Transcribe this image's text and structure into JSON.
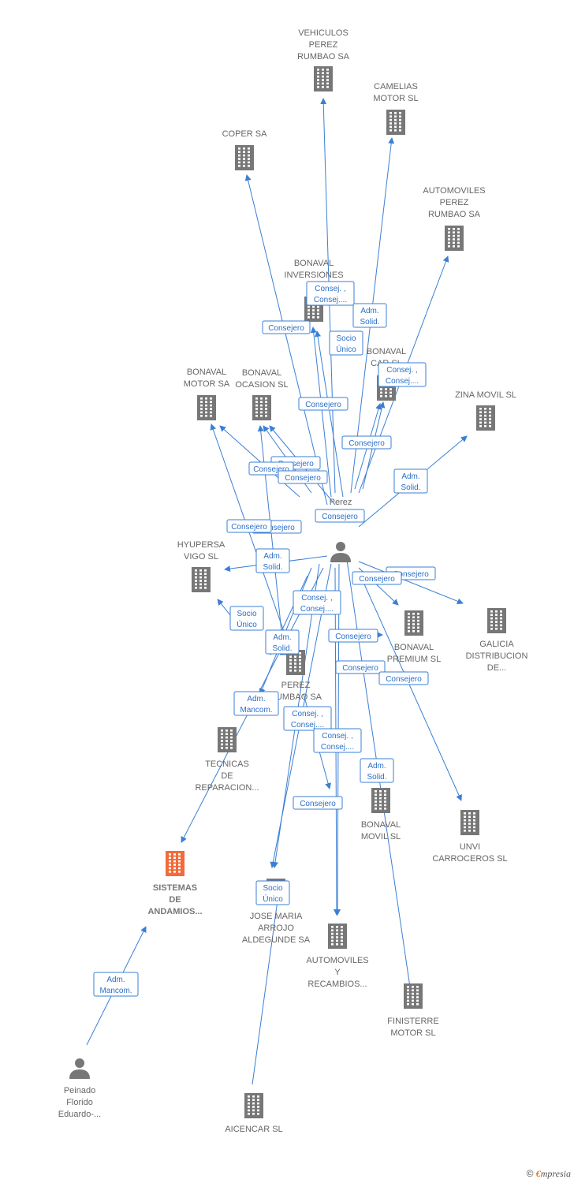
{
  "colors": {
    "edge": "#3a7fd5",
    "node": "#777777",
    "focus": "#f26b3a"
  },
  "nodes": [
    {
      "id": "vehiculos",
      "type": "company",
      "label": [
        "VEHICULOS",
        "PEREZ",
        "RUMBAO SA"
      ]
    },
    {
      "id": "camelias",
      "type": "company",
      "label": [
        "CAMELIAS",
        "MOTOR SL"
      ]
    },
    {
      "id": "coper",
      "type": "company",
      "label": [
        "COPER SA"
      ]
    },
    {
      "id": "automoviles_perez",
      "type": "company",
      "label": [
        "AUTOMOVILES",
        "PEREZ",
        "RUMBAO SA"
      ]
    },
    {
      "id": "bonaval_inv",
      "type": "company",
      "label": [
        "BONAVAL",
        "INVERSIONES"
      ]
    },
    {
      "id": "bonaval_car",
      "type": "company",
      "label": [
        "BONAVAL",
        "CAR  SL"
      ]
    },
    {
      "id": "bonaval_motor",
      "type": "company",
      "label": [
        "BONAVAL",
        "MOTOR SA"
      ]
    },
    {
      "id": "bonaval_ocasion",
      "type": "company",
      "label": [
        "BONAVAL",
        "OCASION  SL"
      ]
    },
    {
      "id": "zina",
      "type": "company",
      "label": [
        "ZINA MOVIL SL"
      ]
    },
    {
      "id": "perez_joaquin",
      "type": "person",
      "label": [
        "Perez",
        "Joaquin"
      ]
    },
    {
      "id": "hyupersa",
      "type": "company",
      "label": [
        "HYUPERSA",
        "VIGO  SL"
      ]
    },
    {
      "id": "bonaval_premium",
      "type": "company",
      "label": [
        "BONAVAL",
        "PREMIUM  SL"
      ]
    },
    {
      "id": "galicia",
      "type": "company",
      "label": [
        "GALICIA",
        "DISTRIBUCION",
        "DE..."
      ]
    },
    {
      "id": "perez_rumbao",
      "type": "company",
      "label": [
        "PEREZ",
        "RUMBAO SA"
      ]
    },
    {
      "id": "tecnicas",
      "type": "company",
      "label": [
        "TECNICAS",
        "DE",
        "REPARACION..."
      ]
    },
    {
      "id": "bonaval_movil",
      "type": "company",
      "label": [
        "BONAVAL",
        "MOVIL  SL"
      ]
    },
    {
      "id": "unvi",
      "type": "company",
      "label": [
        "UNVI",
        "CARROCEROS SL"
      ]
    },
    {
      "id": "sistemas",
      "type": "focus",
      "label": [
        "SISTEMAS",
        "DE",
        "ANDAMIOS..."
      ]
    },
    {
      "id": "jose_maria",
      "type": "company",
      "label": [
        "JOSE MARIA",
        "ARROJO",
        "ALDEGUNDE SA"
      ]
    },
    {
      "id": "automoviles_recambios",
      "type": "company",
      "label": [
        "AUTOMOVILES",
        "Y",
        "RECAMBIOS..."
      ]
    },
    {
      "id": "finisterre",
      "type": "company",
      "label": [
        "FINISTERRE",
        "MOTOR  SL"
      ]
    },
    {
      "id": "peinado",
      "type": "person",
      "label": [
        "Peinado",
        "Florido",
        "Eduardo-..."
      ]
    },
    {
      "id": "aicencar",
      "type": "company",
      "label": [
        "AICENCAR SL"
      ]
    }
  ],
  "edge_labels": [
    [
      "Consej. ,",
      "Consej...."
    ],
    [
      "Adm.",
      "Solid."
    ],
    [
      "Consejero"
    ],
    [
      "Socio",
      "Único"
    ],
    [
      "Consej. ,",
      "Consej...."
    ],
    [
      "Consejero"
    ],
    [
      "Consejero"
    ],
    [
      "Consejero"
    ],
    [
      "Consejero"
    ],
    [
      "Consejero"
    ],
    [
      "Adm.",
      "Solid."
    ],
    [
      "Consejero"
    ],
    [
      "Consejero"
    ],
    [
      "Consejero"
    ],
    [
      "Adm.",
      "Solid."
    ],
    [
      "Consejero"
    ],
    [
      "Consejero"
    ],
    [
      "Socio",
      "Único"
    ],
    [
      "Consej. ,",
      "Consej...."
    ],
    [
      "Adm.",
      "Solid."
    ],
    [
      "Consejero"
    ],
    [
      "Consejero"
    ],
    [
      "Consejero"
    ],
    [
      "Adm.",
      "Mancom."
    ],
    [
      "Consej. ,",
      "Consej...."
    ],
    [
      "Consej. ,",
      "Consej...."
    ],
    [
      "Adm.",
      "Solid."
    ],
    [
      "Consejero"
    ],
    [
      "Socio",
      "Único"
    ],
    [
      "Adm.",
      "Mancom."
    ]
  ],
  "footer": {
    "copyright": "©",
    "brand_initial": "€",
    "brand_rest": "mpresia"
  }
}
